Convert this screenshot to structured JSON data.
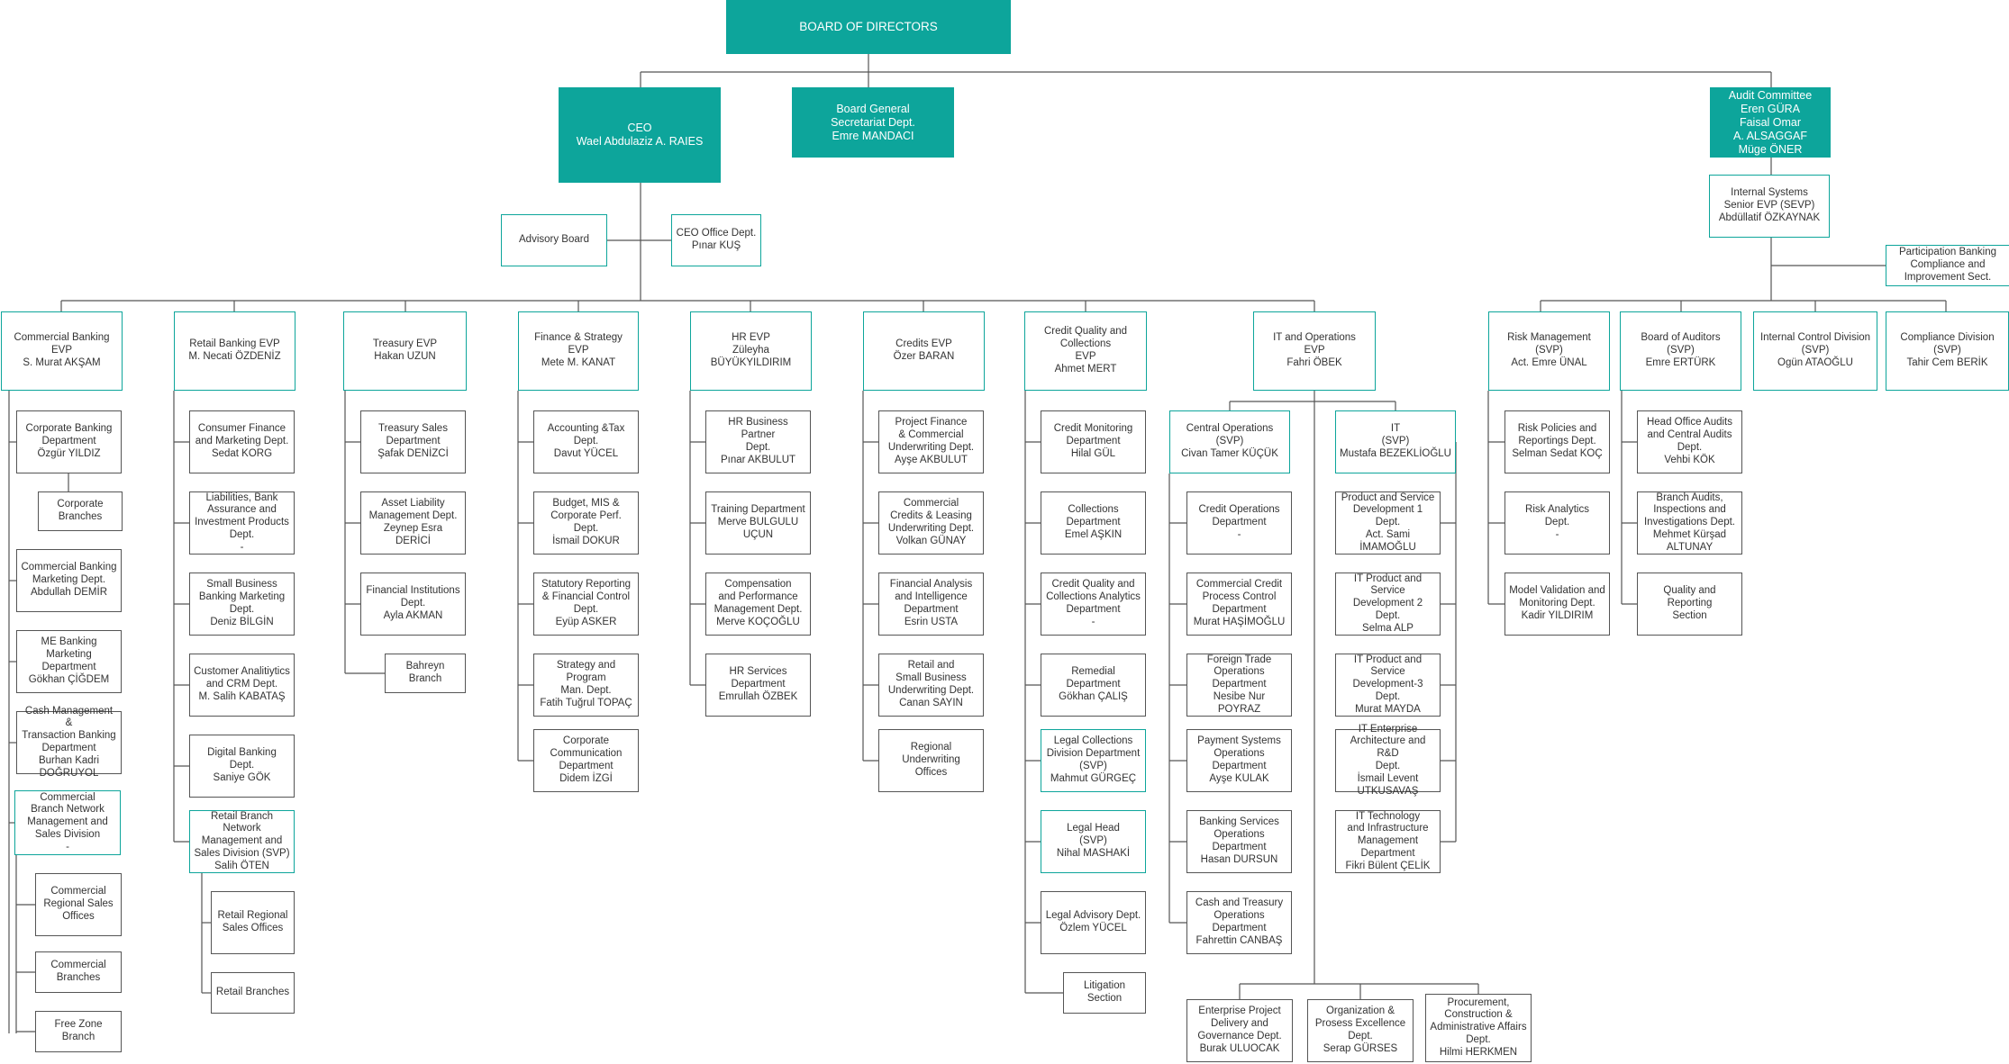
{
  "accent_color": "#0da59b",
  "line_color": "#555555",
  "nodes": [
    {
      "id": "board",
      "text": "BOARD OF DIRECTORS",
      "style": "fill"
    },
    {
      "id": "ceo",
      "text": "CEO\nWael Abdulaziz A. RAIES",
      "style": "fill"
    },
    {
      "id": "bgs",
      "text": "Board General\nSecretariat Dept.\nEmre MANDACI",
      "style": "fill"
    },
    {
      "id": "audit",
      "text": "Audit Committee\nEren GÜRA\nFaisal Omar\nA. ALSAGGAF\nMüge ÖNER",
      "style": "fill"
    },
    {
      "id": "advisory",
      "text": "Advisory Board",
      "style": "teal"
    },
    {
      "id": "ceooffice",
      "text": "CEO Office Dept.\nPınar KUŞ",
      "style": "teal"
    },
    {
      "id": "internal",
      "text": "Internal Systems\nSenior EVP (SEVP)\nAbdüllatif ÖZKAYNAK",
      "style": "teal"
    },
    {
      "id": "partbank",
      "text": "Participation Banking\nCompliance and\nImprovement Sect.",
      "style": "teal"
    },
    {
      "id": "cb",
      "text": "Commercial Banking\nEVP\nS. Murat AKŞAM",
      "style": "teal"
    },
    {
      "id": "rb",
      "text": "Retail Banking EVP\nM. Necati ÖZDENİZ",
      "style": "teal"
    },
    {
      "id": "tr",
      "text": "Treasury EVP\nHakan UZUN",
      "style": "teal"
    },
    {
      "id": "fs",
      "text": "Finance & Strategy\nEVP\nMete M. KANAT",
      "style": "teal"
    },
    {
      "id": "hr",
      "text": "HR EVP\nZüleyha BÜYÜKYILDIRIM",
      "style": "teal"
    },
    {
      "id": "cr",
      "text": "Credits EVP\nÖzer BARAN",
      "style": "teal"
    },
    {
      "id": "cq",
      "text": "Credit Quality and\nCollections\nEVP\nAhmet MERT",
      "style": "teal"
    },
    {
      "id": "it",
      "text": "IT and Operations\nEVP\nFahri ÖBEK",
      "style": "teal"
    },
    {
      "id": "rm",
      "text": "Risk Management\n(SVP)\nAct. Emre ÜNAL",
      "style": "teal"
    },
    {
      "id": "ba",
      "text": "Board of Auditors\n(SVP)\nEmre ERTÜRK",
      "style": "teal"
    },
    {
      "id": "ic",
      "text": "Internal Control Division\n(SVP)\nOgün ATAOĞLU",
      "style": "teal"
    },
    {
      "id": "cd",
      "text": "Compliance Division\n(SVP)\nTahir Cem BERİK",
      "style": "teal"
    },
    {
      "id": "cb1",
      "text": "Corporate Banking\nDepartment\nÖzgür YILDIZ",
      "style": "plain"
    },
    {
      "id": "cb1a",
      "text": "Corporate\nBranches",
      "style": "plain"
    },
    {
      "id": "cb2",
      "text": "Commercial Banking\nMarketing Dept.\nAbdullah DEMİR",
      "style": "plain"
    },
    {
      "id": "cb3",
      "text": "ME Banking\nMarketing\nDepartment\nGökhan ÇİĞDEM",
      "style": "plain"
    },
    {
      "id": "cb4",
      "text": "Cash Management &\nTransaction Banking\nDepartment\nBurhan Kadri\nDOĞRUYOL",
      "style": "plain"
    },
    {
      "id": "cb5",
      "text": "Commercial\nBranch Network\nManagement and\nSales Division\n-",
      "style": "teal"
    },
    {
      "id": "cb5a",
      "text": "Commercial\nRegional Sales\nOffices",
      "style": "plain"
    },
    {
      "id": "cb5b",
      "text": "Commercial\nBranches",
      "style": "plain"
    },
    {
      "id": "cb5c",
      "text": "Free Zone\nBranch",
      "style": "plain"
    },
    {
      "id": "rb1",
      "text": "Consumer Finance\nand Marketing Dept.\nSedat KORG",
      "style": "plain"
    },
    {
      "id": "rb2",
      "text": "Liabilities, Bank\nAssurance and\nInvestment Products\nDept.\n-",
      "style": "plain"
    },
    {
      "id": "rb3",
      "text": "Small Business\nBanking Marketing\nDept.\nDeniz BİLGİN",
      "style": "plain"
    },
    {
      "id": "rb4",
      "text": "Customer Analitiytics\nand CRM Dept.\nM. Salih KABATAŞ",
      "style": "plain"
    },
    {
      "id": "rb5",
      "text": "Digital Banking Dept.\nSaniye GÖK",
      "style": "plain"
    },
    {
      "id": "rb6",
      "text": "Retail Branch\nNetwork\nManagement and\nSales Division (SVP)\nSalih ÖTEN",
      "style": "teal"
    },
    {
      "id": "rb6a",
      "text": "Retail Regional\nSales Offices",
      "style": "plain"
    },
    {
      "id": "rb6b",
      "text": "Retail Branches",
      "style": "plain"
    },
    {
      "id": "tr1",
      "text": "Treasury Sales\nDepartment\nŞafak DENİZCİ",
      "style": "plain"
    },
    {
      "id": "tr2",
      "text": "Asset Liability\nManagement Dept.\nZeynep Esra DERİCİ",
      "style": "plain"
    },
    {
      "id": "tr3",
      "text": "Financial Institutions\nDept.\nAyla AKMAN",
      "style": "plain"
    },
    {
      "id": "tr4",
      "text": "Bahreyn Branch",
      "style": "plain"
    },
    {
      "id": "fs1",
      "text": "Accounting &Tax\nDept.\nDavut YÜCEL",
      "style": "plain"
    },
    {
      "id": "fs2",
      "text": "Budget, MIS &\nCorporate Perf.\nDept.\nİsmail DOKUR",
      "style": "plain"
    },
    {
      "id": "fs3",
      "text": "Statutory Reporting\n& Financial Control\nDept.\nEyüp ASKER",
      "style": "plain"
    },
    {
      "id": "fs4",
      "text": "Strategy and Program\nMan. Dept.\nFatih Tuğrul TOPAÇ",
      "style": "plain"
    },
    {
      "id": "fs5",
      "text": "Corporate\nCommunication\nDepartment\nDidem İZGİ",
      "style": "plain"
    },
    {
      "id": "hr1",
      "text": "HR Business Partner\nDept.\nPınar AKBULUT",
      "style": "plain"
    },
    {
      "id": "hr2",
      "text": "Training Department\nMerve BULGULU\nUÇUN",
      "style": "plain"
    },
    {
      "id": "hr3",
      "text": "Compensation\nand Performance\nManagement Dept.\nMerve KOÇOĞLU",
      "style": "plain"
    },
    {
      "id": "hr4",
      "text": "HR Services\nDepartment\nEmrullah ÖZBEK",
      "style": "plain"
    },
    {
      "id": "cr1",
      "text": "Project Finance\n& Commercial\nUnderwriting Dept.\nAyşe AKBULUT",
      "style": "plain"
    },
    {
      "id": "cr2",
      "text": "Commercial\nCredits & Leasing\nUnderwriting Dept.\nVolkan GÜNAY",
      "style": "plain"
    },
    {
      "id": "cr3",
      "text": "Financial Analysis\nand Intelligence\nDepartment\nEsrin USTA",
      "style": "plain"
    },
    {
      "id": "cr4",
      "text": "Retail and\nSmall Business\nUnderwriting Dept.\nCanan SAYIN",
      "style": "plain"
    },
    {
      "id": "cr5",
      "text": "Regional\nUnderwriting\nOffices",
      "style": "plain"
    },
    {
      "id": "cq1",
      "text": "Credit Monitoring\nDepartment\nHilal GÜL",
      "style": "plain"
    },
    {
      "id": "cq2",
      "text": "Collections\nDepartment\nEmel AŞKIN",
      "style": "plain"
    },
    {
      "id": "cq3",
      "text": "Credit Quality and\nCollections Analytics\nDepartment\n-",
      "style": "plain"
    },
    {
      "id": "cq4",
      "text": "Remedial Department\nGökhan ÇALIŞ",
      "style": "plain"
    },
    {
      "id": "cq5",
      "text": "Legal Collections\nDivision Department\n(SVP)\nMahmut GÜRGEÇ",
      "style": "teal"
    },
    {
      "id": "cq6",
      "text": "Legal Head\n(SVP)\nNihal MASHAKİ",
      "style": "teal"
    },
    {
      "id": "cq7",
      "text": "Legal Advisory Dept.\nÖzlem YÜCEL",
      "style": "plain"
    },
    {
      "id": "cq8",
      "text": "Litigation Section",
      "style": "plain"
    },
    {
      "id": "co",
      "text": "Central Operations (SVP)\nCivan Tamer KÜÇÜK",
      "style": "teal"
    },
    {
      "id": "co1",
      "text": "Credit Operations\nDepartment\n-",
      "style": "plain"
    },
    {
      "id": "co2",
      "text": "Commercial Credit\nProcess Control\nDepartment\nMurat HAŞİMOĞLU",
      "style": "plain"
    },
    {
      "id": "co3",
      "text": "Foreign Trade\nOperations\nDepartment\nNesibe Nur POYRAZ",
      "style": "plain"
    },
    {
      "id": "co4",
      "text": "Payment Systems\nOperations\nDepartment\nAyşe KULAK",
      "style": "plain"
    },
    {
      "id": "co5",
      "text": "Banking Services\nOperations\nDepartment\nHasan DURSUN",
      "style": "plain"
    },
    {
      "id": "co6",
      "text": "Cash and Treasury\nOperations\nDepartment\nFahrettin CANBAŞ",
      "style": "plain"
    },
    {
      "id": "itd",
      "text": "IT\n(SVP)\nMustafa BEZEKLİOĞLU",
      "style": "teal"
    },
    {
      "id": "it1",
      "text": "Product and Service\nDevelopment 1\nDept.\nAct. Sami\nİMAMOĞLU",
      "style": "plain"
    },
    {
      "id": "it2",
      "text": "IT Product and\nService\nDevelopment 2\nDept.\nSelma ALP",
      "style": "plain"
    },
    {
      "id": "it3",
      "text": "IT Product and\nService\nDevelopment-3 Dept.\nMurat MAYDA",
      "style": "plain"
    },
    {
      "id": "it4",
      "text": "IT Enterprise\nArchitecture and R&D\nDept.\nİsmail Levent\nUTKUSAVAŞ",
      "style": "plain"
    },
    {
      "id": "it5",
      "text": "IT Technology\nand Infrastructure\nManagement\nDepartment\nFikri Bülent ÇELİK",
      "style": "plain"
    },
    {
      "id": "io1",
      "text": "Enterprise Project\nDelivery and\nGovernance Dept.\nBurak ULUOCAK",
      "style": "plain"
    },
    {
      "id": "io2",
      "text": "Organization &\nProsess Excellence\nDept.\nSerap GÜRSES",
      "style": "plain"
    },
    {
      "id": "io3",
      "text": "Procurement,\nConstruction &\nAdministrative Affairs\nDept.\nHilmi HERKMEN",
      "style": "plain"
    },
    {
      "id": "rm1",
      "text": "Risk Policies and\nReportings Dept.\nSelman Sedat KOÇ",
      "style": "plain"
    },
    {
      "id": "rm2",
      "text": "Risk Analytics\nDept.\n-",
      "style": "plain"
    },
    {
      "id": "rm3",
      "text": "Model Validation and\nMonitoring Dept.\nKadir YILDIRIM",
      "style": "plain"
    },
    {
      "id": "ba1",
      "text": "Head Office Audits\nand Central Audits\nDept.\nVehbi KÖK",
      "style": "plain"
    },
    {
      "id": "ba2",
      "text": "Branch Audits,\nInspections and\nInvestigations Dept.\nMehmet Kürşad\nALTUNAY",
      "style": "plain"
    },
    {
      "id": "ba3",
      "text": "Quality and\nReporting\nSection",
      "style": "plain"
    }
  ]
}
